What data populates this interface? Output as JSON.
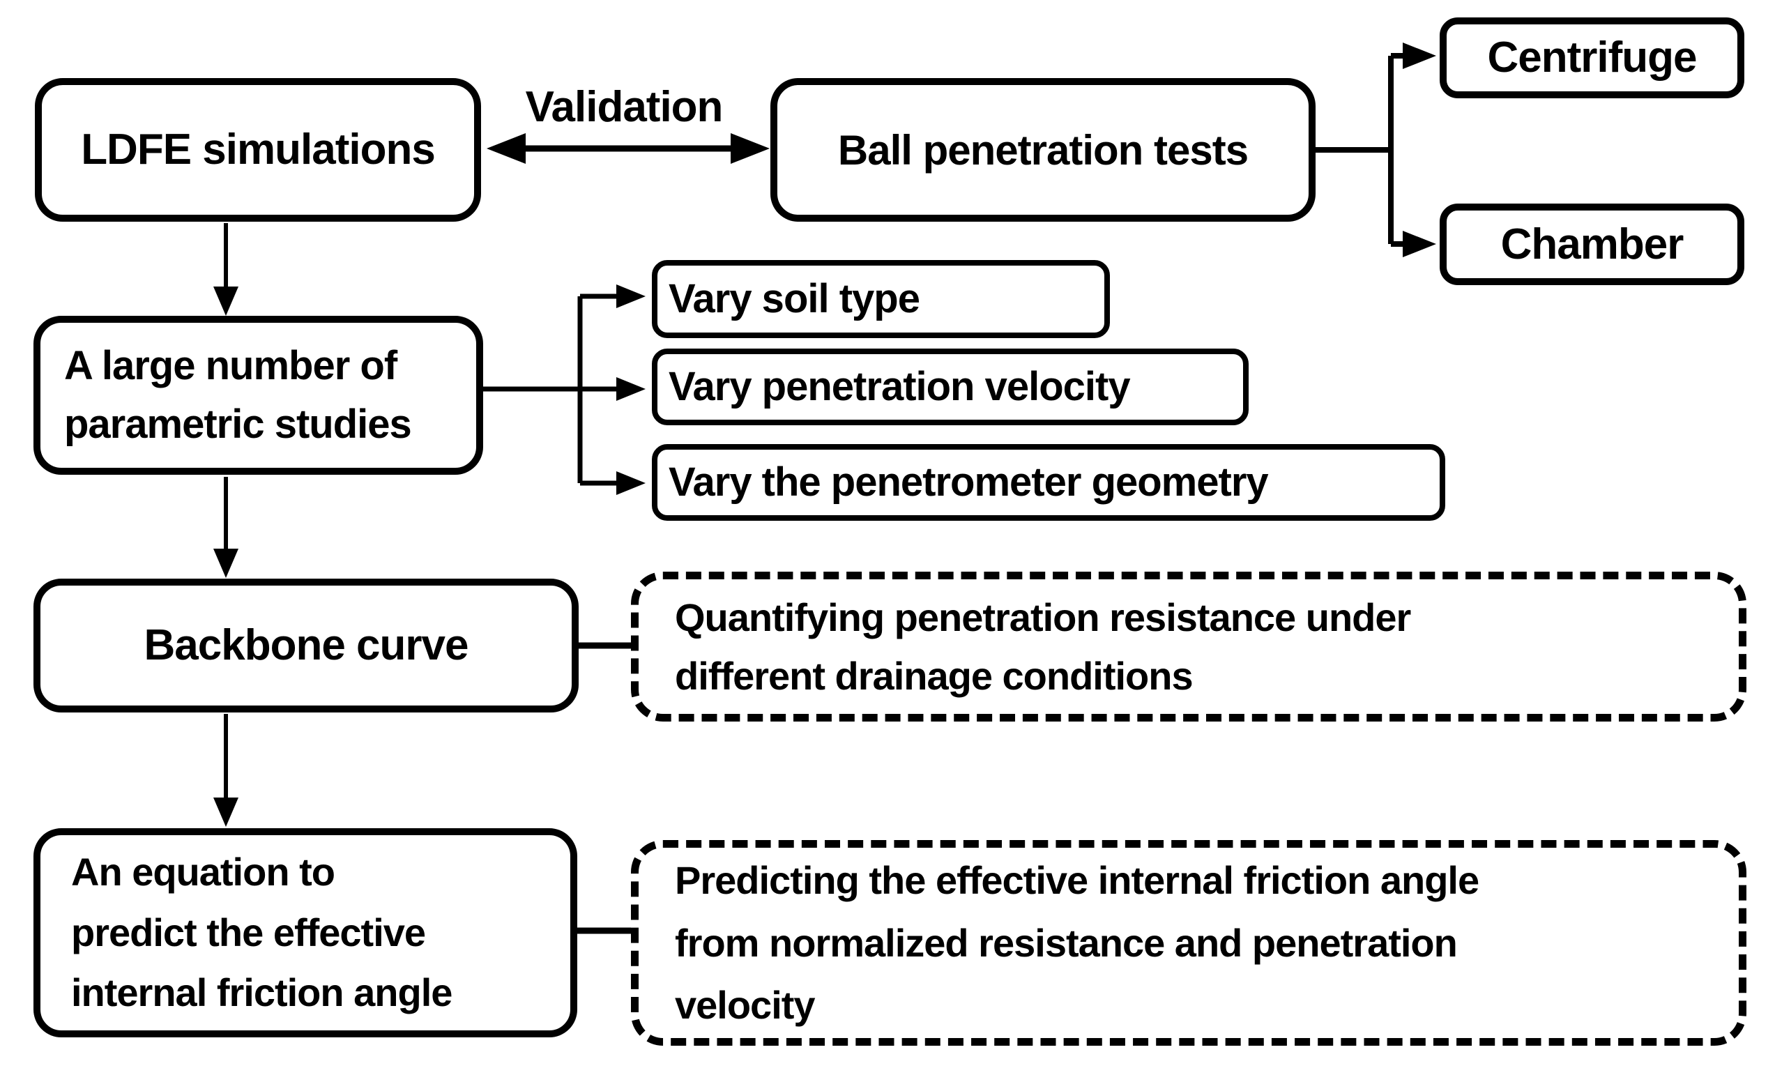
{
  "flowchart": {
    "colors": {
      "ink": "#000000",
      "background": "#ffffff"
    },
    "boxes": {
      "ldfe": {
        "label": "LDFE simulations"
      },
      "ball_tests": {
        "label": "Ball penetration tests"
      },
      "centrifuge": {
        "label": "Centrifuge"
      },
      "chamber": {
        "label": "Chamber"
      },
      "parametric": {
        "lines": [
          "A large number of",
          "parametric studies"
        ]
      },
      "vary_soil": {
        "label": "Vary soil type"
      },
      "vary_velocity": {
        "label": "Vary penetration velocity"
      },
      "vary_geometry": {
        "label": "Vary the penetrometer geometry"
      },
      "backbone": {
        "label": "Backbone curve"
      },
      "equation": {
        "lines": [
          "An equation to",
          "predict the effective",
          "internal friction angle"
        ]
      },
      "quantifying": {
        "lines": [
          "Quantifying penetration resistance under",
          "different drainage conditions"
        ]
      },
      "predicting": {
        "lines": [
          "Predicting the effective internal friction angle",
          "from normalized resistance and penetration",
          "velocity"
        ]
      }
    },
    "edge_labels": {
      "validation": "Validation"
    }
  }
}
